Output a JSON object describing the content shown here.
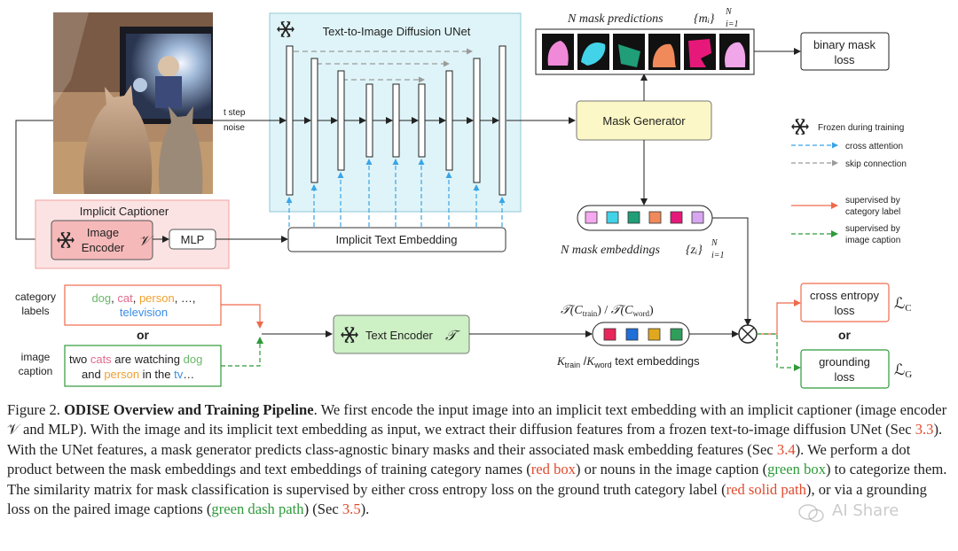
{
  "diagram": {
    "unet_title": "Text-to-Image Diffusion UNet",
    "t_step_label": "t step",
    "noise_label": "noise",
    "implicit_captioner_title": "Implicit Captioner",
    "image_encoder_label_1": "Image",
    "image_encoder_label_2": "Encoder",
    "image_encoder_symbol": "𝒱",
    "mlp_label": "MLP",
    "implicit_text_embedding_label": "Implicit Text Embedding",
    "mask_predictions_label": "N mask predictions",
    "mask_predictions_math": "{mᵢ}",
    "mask_predictions_sup": "N",
    "mask_predictions_sub": "i=1",
    "binary_mask_loss_1": "binary mask",
    "binary_mask_loss_2": "loss",
    "mask_generator_label": "Mask Generator",
    "legend_frozen": "Frozen during training",
    "legend_cross_attention": "cross attention",
    "legend_skip_connection": "skip connection",
    "legend_supervised_category_1": "supervised by",
    "legend_supervised_category_2": "category label",
    "legend_supervised_caption_1": "supervised by",
    "legend_supervised_caption_2": "image caption",
    "mask_embeddings_label": "N mask embeddings",
    "mask_embeddings_math": "{zᵢ}",
    "mask_embeddings_sup": "N",
    "mask_embeddings_sub": "i=1",
    "category_labels_1": "category",
    "category_labels_2": "labels",
    "cat_word_dog": "dog",
    "cat_word_cat": "cat",
    "cat_word_person": "person",
    "cat_word_rest": ", …,",
    "cat_word_television": "television",
    "or_label": "or",
    "image_caption_1": "image",
    "image_caption_2": "caption",
    "caption_line1_a": "two ",
    "caption_line1_cats": "cats",
    "caption_line1_b": " are watching ",
    "caption_line1_dog": "dog",
    "caption_line2_a": "and ",
    "caption_line2_person": "person",
    "caption_line2_b": " in the ",
    "caption_line2_tv": "tv",
    "caption_line2_c": "…",
    "text_encoder_label": "Text Encoder",
    "text_encoder_symbol": "𝒯",
    "train_word_math": "𝒯(C",
    "train_sub": "train",
    "word_sub": "word",
    "text_embeddings_label": "text embeddings",
    "k_train": "K",
    "k_train_sub": "train",
    "k_word_sub": "word",
    "cross_entropy_1": "cross entropy",
    "cross_entropy_2": "loss",
    "grounding_1": "grounding",
    "grounding_2": "loss",
    "loss_c": "ℒ",
    "loss_c_sub": "C",
    "loss_g_sub": "G",
    "or_label_right": "or"
  },
  "colors": {
    "unet_fill": "#dff4f8",
    "captioner_fill": "#fbe3e3",
    "encoder_fill": "#f6b9b9",
    "mask_gen_fill": "#fbf7c6",
    "text_enc_fill": "#cdf0c5",
    "red_path": "#ef6a4c",
    "green_path": "#2e9a3a",
    "cross_attn": "#3aa4e6",
    "skip": "#9b9b9b",
    "mask_emb": [
      "#f5a9f0",
      "#42d3e8",
      "#1f9e78",
      "#f08a5a",
      "#e6197a",
      "#d8a6f0"
    ],
    "text_emb": [
      "#e8265a",
      "#1f6fd8",
      "#e0a81e",
      "#2f9e5a"
    ]
  },
  "caption": {
    "figure_label": "Figure 2.",
    "title": "ODISE Overview and Training Pipeline",
    "p1": ". We first encode the input image into an implicit text embedding with an implicit captioner (image encoder 𝒱 and MLP). With the image and its implicit text embedding as input, we extract their diffusion features from a frozen text-to-image diffusion UNet (Sec ",
    "ref1": "3.3",
    "p2": "). With the UNet features, a mask generator predicts class-agnostic binary masks and their associated mask embedding features (Sec ",
    "ref2": "3.4",
    "p3": "). We perform a dot product between the mask embeddings and text embeddings of training category names (",
    "red_box": "red box",
    "p4": ") or nouns in the image caption (",
    "green_box": "green box",
    "p5": ") to categorize them. The similarity matrix for mask classification is supervised by either cross entropy loss on the ground truth category label (",
    "red_solid": "red solid path",
    "p6": "), or via a grounding loss on the paired image captions (",
    "green_dash": "green dash path",
    "p7": ") (Sec ",
    "ref3": "3.5",
    "p8": ")."
  },
  "watermark": "AI Share"
}
